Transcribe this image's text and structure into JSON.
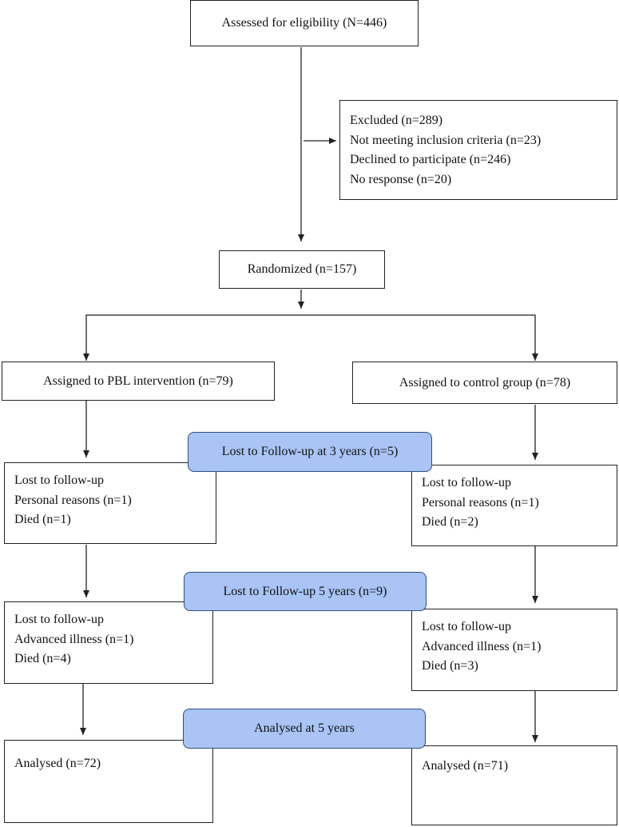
{
  "assessed": "Assessed for eligibility (N=446)",
  "excluded": {
    "lines": [
      "Excluded (n=289)",
      "Not meeting inclusion criteria (n=23)",
      "Declined to participate (n=246)",
      "No response (n=20)"
    ]
  },
  "randomized": "Randomized (n=157)",
  "left_arm": {
    "assigned": "Assigned to PBL intervention (n=79)",
    "year3": [
      "Lost to follow-up",
      "Personal reasons (n=1)",
      "Died (n=1)"
    ],
    "year5": [
      "Lost to follow-up",
      "Advanced illness (n=1)",
      "Died (n=4)"
    ],
    "analysed": "Analysed (n=72)"
  },
  "right_arm": {
    "assigned": "Assigned to control group (n=78)",
    "year3": [
      "Lost to follow-up",
      "Personal reasons (n=1)",
      "Died (n=2)"
    ],
    "year5": [
      "Lost to follow-up",
      "Advanced illness (n=1)",
      "Died (n=3)"
    ],
    "analysed": "Analysed (n=71)"
  },
  "stage_labels": {
    "year3": "Lost to Follow-up at 3 years (n=5)",
    "year5": "Lost to Follow-up 5 years (n=9)",
    "analysed": "Analysed at 5 years"
  },
  "colors": {
    "stage_fill": "#a9c4f5",
    "stage_border": "#2f4f7f",
    "line": "#222222"
  }
}
